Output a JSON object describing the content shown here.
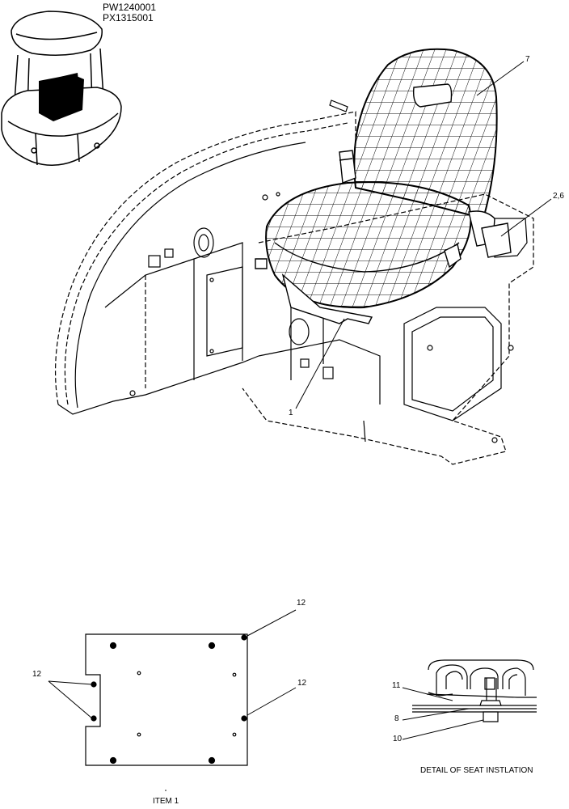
{
  "serials": [
    "PW1240001",
    "PX1315001"
  ],
  "callouts": {
    "seat": "7",
    "item1": "1",
    "item26": "2,6",
    "plate_top": "12",
    "plate_left": "12",
    "plate_right": "12",
    "d11": "11",
    "d8": "8",
    "d10": "10"
  },
  "captions": {
    "item1": "ITEM 1",
    "detail": "DETAIL OF SEAT INSTLATION"
  },
  "colors": {
    "line": "#000000",
    "background": "#ffffff",
    "dashed": "#222222"
  }
}
